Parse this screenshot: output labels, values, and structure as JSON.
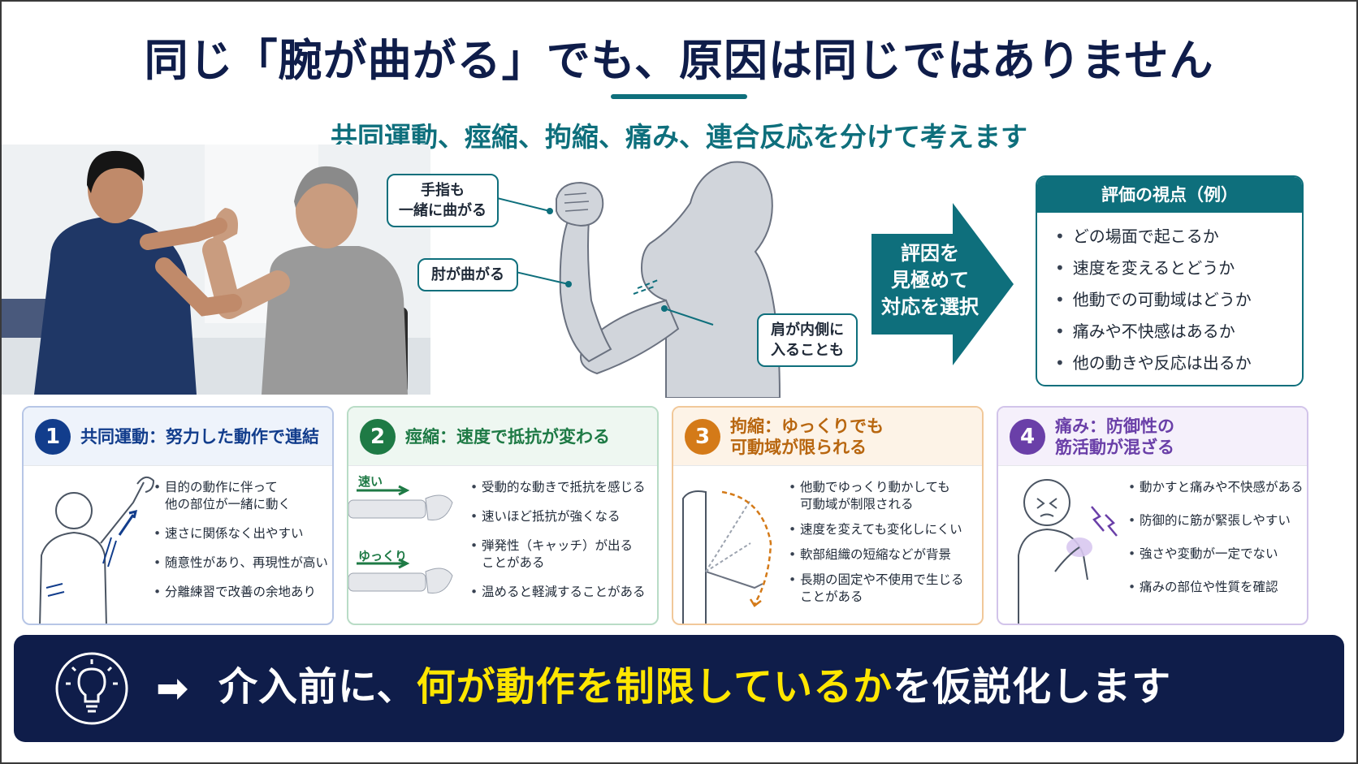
{
  "header": {
    "title": "同じ「腕が曲がる」でも、原因は同じではありません",
    "subtitle": "共同運動、痙縮、拘縮、痛み、連合反応を分けて考えます"
  },
  "diagram": {
    "callouts": {
      "fingers": [
        "手指も",
        "一緒に曲がる"
      ],
      "elbow": "肘が曲がる",
      "shoulder": [
        "肩が内側に",
        "入ることも"
      ]
    }
  },
  "arrow": {
    "lines": [
      "評因を",
      "見極めて",
      "対応を選択"
    ],
    "color": "#0e6f7c"
  },
  "evaluation": {
    "title": "評価の視点（例）",
    "items": [
      "どの場面で起こるか",
      "速度を変えるとどうか",
      "他動での可動域はどうか",
      "痛みや不快感はあるか",
      "他の動きや反応は出るか"
    ]
  },
  "cards": [
    {
      "number": "1",
      "title": "共同運動：努力した動作で連結",
      "color": "#123d8c",
      "items": [
        "目的の動作に伴って\n他の部位が一緒に動く",
        "速さに関係なく出やすい",
        "随意性があり、再現性が高い",
        "分離練習で改善の余地あり"
      ]
    },
    {
      "number": "2",
      "title": "痙縮：速度で抵抗が変わる",
      "color": "#1e7a45",
      "labels": {
        "fast": "速い",
        "slow": "ゆっくり"
      },
      "items": [
        "受動的な動きで抵抗を感じる",
        "速いほど抵抗が強くなる",
        "弾発性（キャッチ）が出る\nことがある",
        "温めると軽減することがある"
      ]
    },
    {
      "number": "3",
      "title": "拘縮：ゆっくりでも\n可動域が限られる",
      "color": "#d47a18",
      "items": [
        "他動でゆっくり動かしても\n可動域が制限される",
        "速度を変えても変化しにくい",
        "軟部組織の短縮などが背景",
        "長期の固定や不使用で生じる\nことがある"
      ]
    },
    {
      "number": "4",
      "title": "痛み：防御性の\n筋活動が混ざる",
      "color": "#6a3fa8",
      "items": [
        "動かすと痛みや不快感がある",
        "防御的に筋が緊張しやすい",
        "強さや変動が一定でない",
        "痛みの部位や性質を確認"
      ]
    }
  ],
  "banner": {
    "arrow": "➡",
    "prefix": "介入前に、",
    "highlight": "何が動作を制限しているか",
    "suffix": "を仮説化します",
    "highlight_color": "#ffe600"
  }
}
